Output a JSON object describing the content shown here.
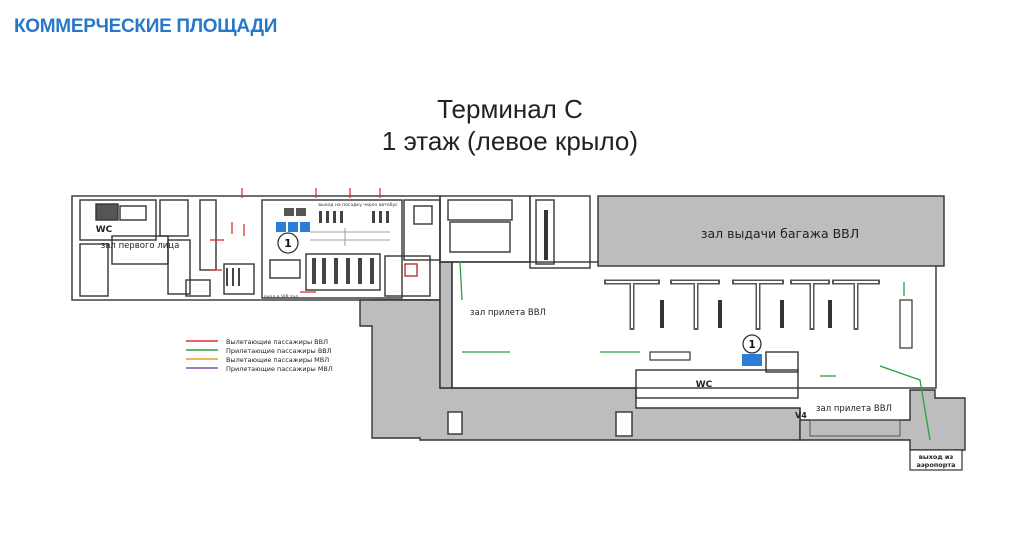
{
  "header": {
    "title": "КОММЕРЧЕСКИЕ ПЛОЩАДИ"
  },
  "plan": {
    "title_line1": "Терминал С",
    "title_line2": "1 этаж (левое крыло)",
    "rooms": {
      "baggage_claim": "зал выдачи багажа ВВЛ",
      "first_person_hall": "зал первого лица",
      "arrival_hall_left": "зал прилета ВВЛ",
      "arrival_hall_right": "зал прилета ВВЛ",
      "airport_exit_line1": "выход из",
      "airport_exit_line2": "аэропорта",
      "bus_boarding": "выход на посадку через автобус",
      "vip_entrance": "вход в VIP зал",
      "gate_v4": "V4"
    },
    "wc_labels": [
      "WC",
      "WC",
      "WC"
    ],
    "markers": [
      "1",
      "1"
    ]
  },
  "legend": {
    "items": [
      {
        "label": "Вылетающие пассажиры ВВЛ",
        "color": "#e03030"
      },
      {
        "label": "Прилетающие пассажиры ВВЛ",
        "color": "#2aa040"
      },
      {
        "label": "Вылетающие пассажиры МВЛ",
        "color": "#e8a020"
      },
      {
        "label": "Прилетающие пассажиры МВЛ",
        "color": "#8050a0"
      }
    ]
  },
  "colors": {
    "brand": "#2878c8",
    "walls": "#333333",
    "corridor": "#bdbdbd",
    "highlight": "#2a7fd4"
  }
}
